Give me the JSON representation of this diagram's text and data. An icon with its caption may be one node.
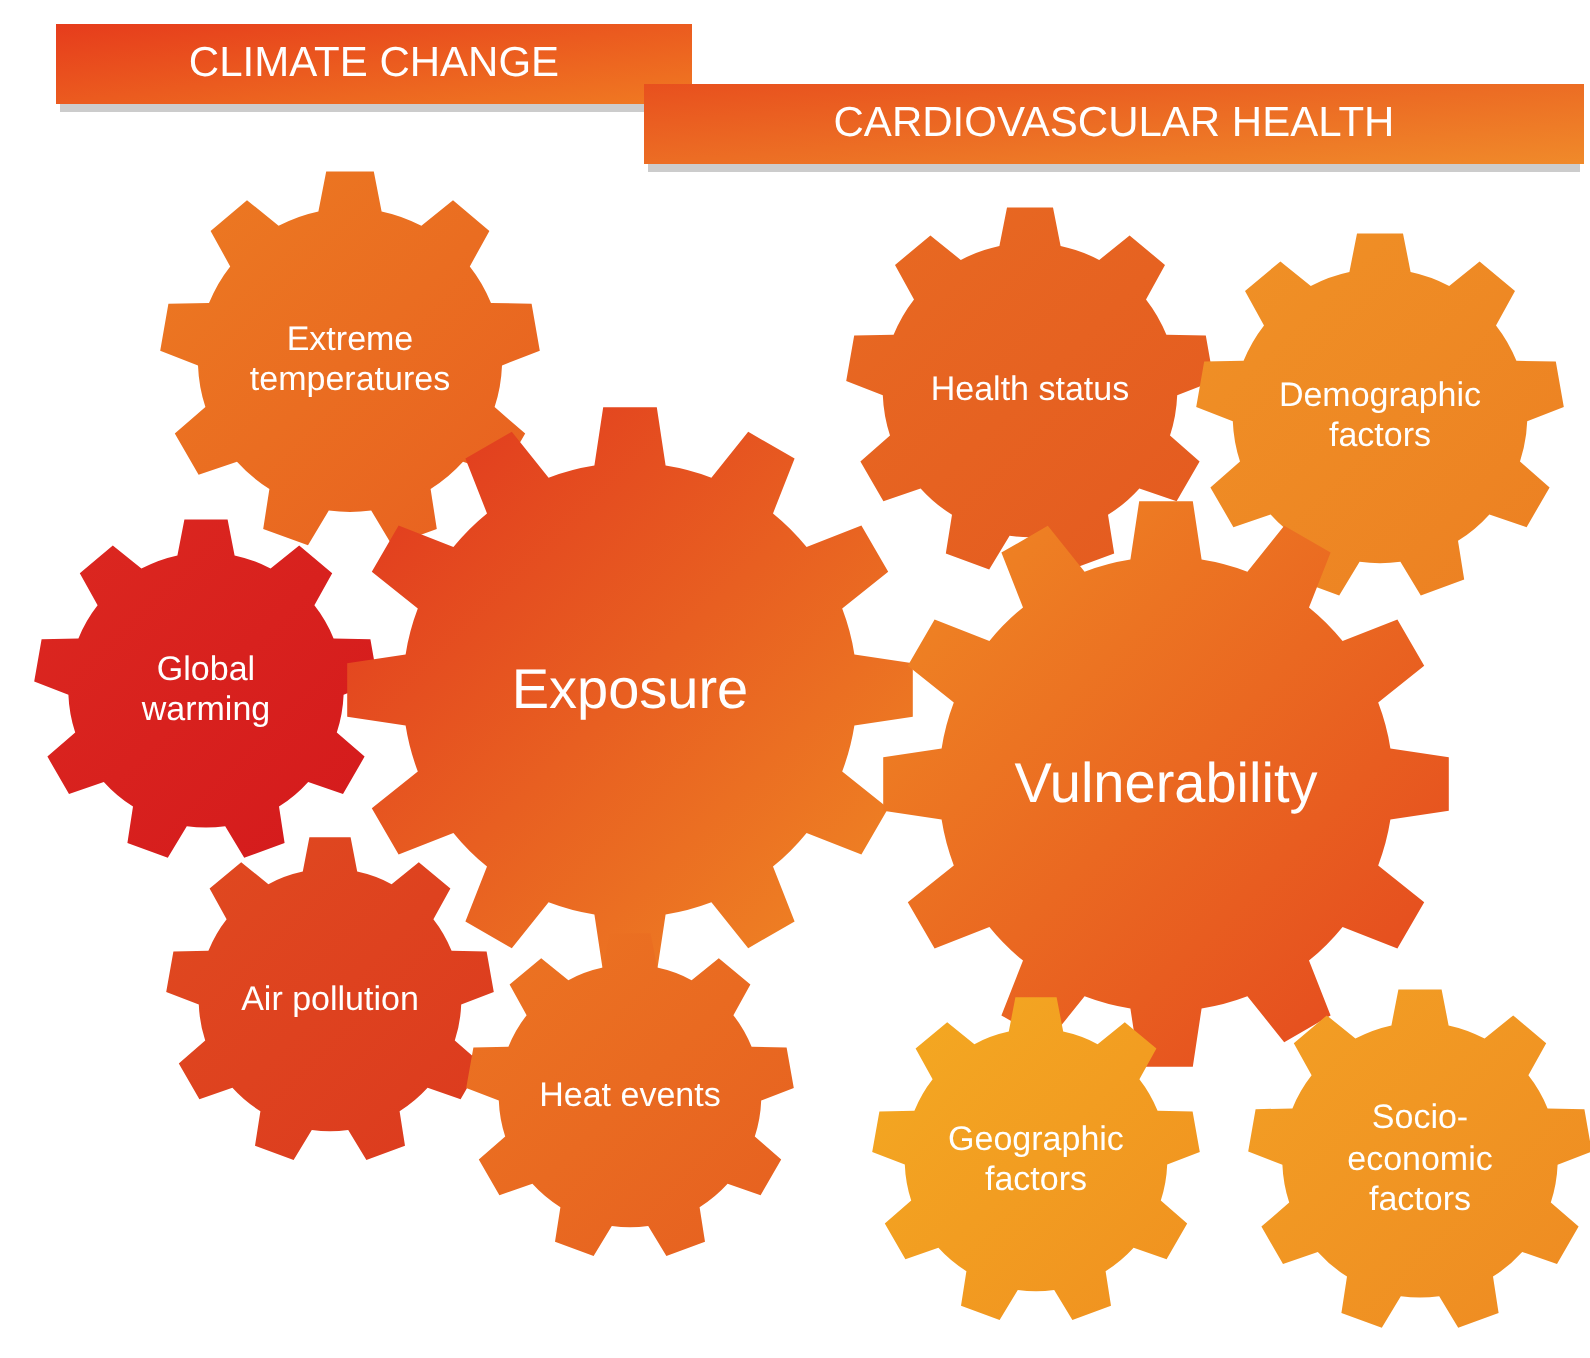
{
  "diagram": {
    "nodes": [
      {
        "text": [
          "CLIMATE CHANGE"
        ]
      },
      {
        "text": [
          "CARDIOVASCULAR HEALTH"
        ]
      },
      {
        "text": [
          "Extreme temperatures"
        ]
      },
      {
        "text": [
          "Health status"
        ]
      },
      {
        "text": [
          "Demographic factors"
        ]
      },
      {
        "text": [
          "Global warming"
        ]
      },
      {
        "text": [
          "Exposure"
        ]
      },
      {
        "text": [
          "Vulnerability"
        ]
      },
      {
        "text": [
          "Air pollution"
        ]
      },
      {
        "text": [
          "Heat events"
        ]
      },
      {
        "text": [
          "Geographic factors"
        ]
      },
      {
        "text": [
          "Socio-economic factors"
        ]
      }
    ],
    "edges": []
  }
}
